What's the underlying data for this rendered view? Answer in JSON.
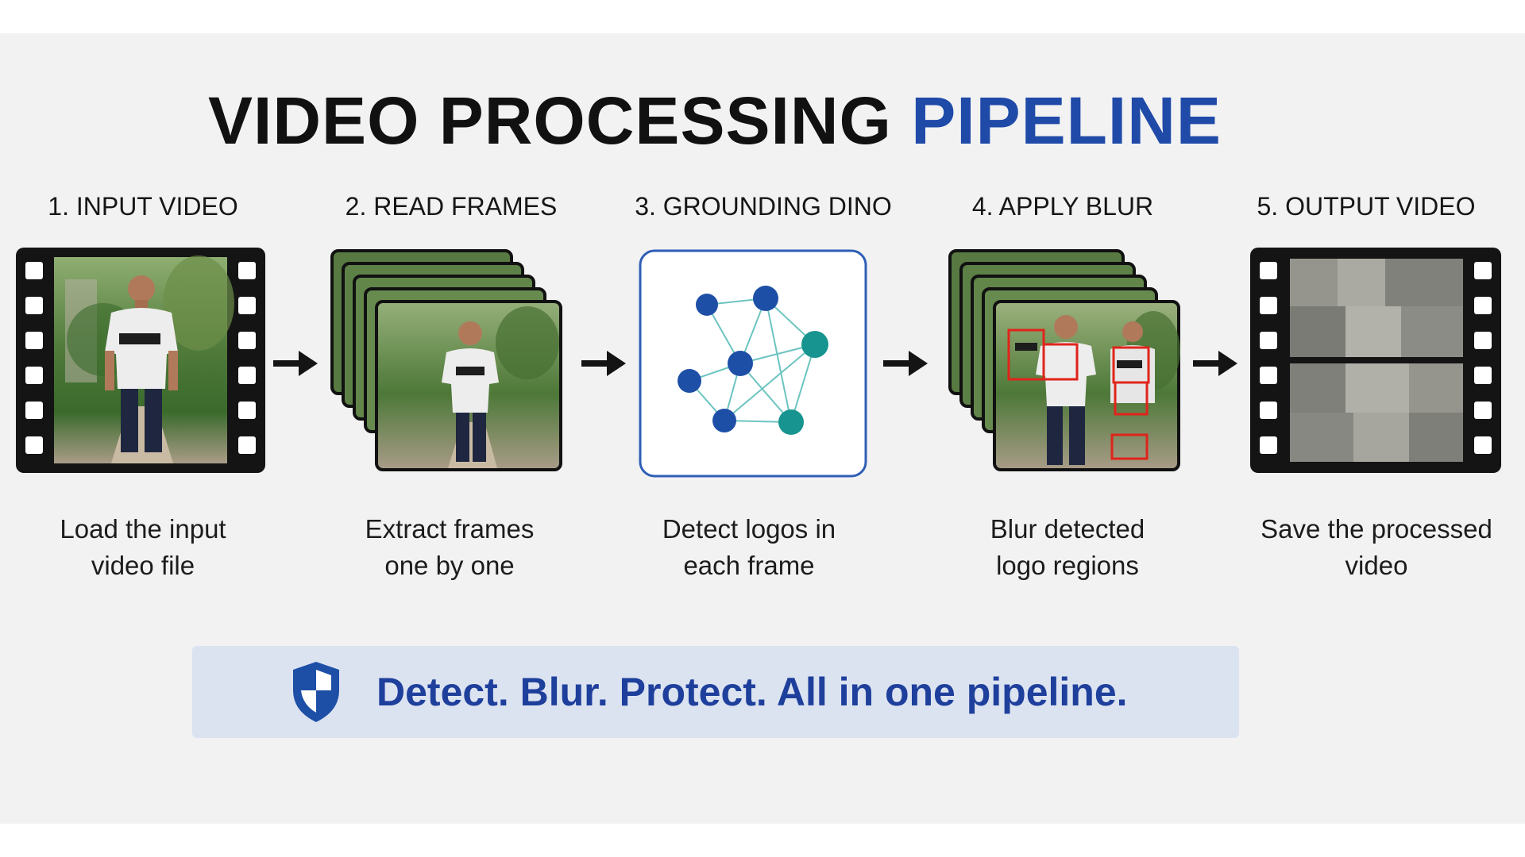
{
  "title": {
    "part1": "VIDEO PROCESSING ",
    "part2": "PIPELINE"
  },
  "colors": {
    "accent": "#1f4aa8",
    "node_blue": "#1e4fa6",
    "node_teal": "#17948f",
    "detect_box": "#e0241b",
    "banner_bg": "#dbe3f1"
  },
  "steps": [
    {
      "label": "1. INPUT VIDEO",
      "description_line1": "Load the input",
      "description_line2": "video file",
      "icon": "film-strip-icon"
    },
    {
      "label": "2. READ FRAMES",
      "description_line1": "Extract frames",
      "description_line2": "one by one",
      "icon": "frame-stack-icon"
    },
    {
      "label": "3. GROUNDING DINO",
      "description_line1": "Detect logos in",
      "description_line2": "each frame",
      "icon": "network-graph-icon"
    },
    {
      "label": "4. APPLY BLUR",
      "description_line1": "Blur detected",
      "description_line2": "logo regions",
      "icon": "detection-boxes-icon"
    },
    {
      "label": "5. OUTPUT VIDEO",
      "description_line1": "Save the processed",
      "description_line2": "video",
      "icon": "blurred-film-icon"
    }
  ],
  "banner": {
    "icon": "shield-icon",
    "text": "Detect. Blur. Protect. All in one pipeline."
  }
}
